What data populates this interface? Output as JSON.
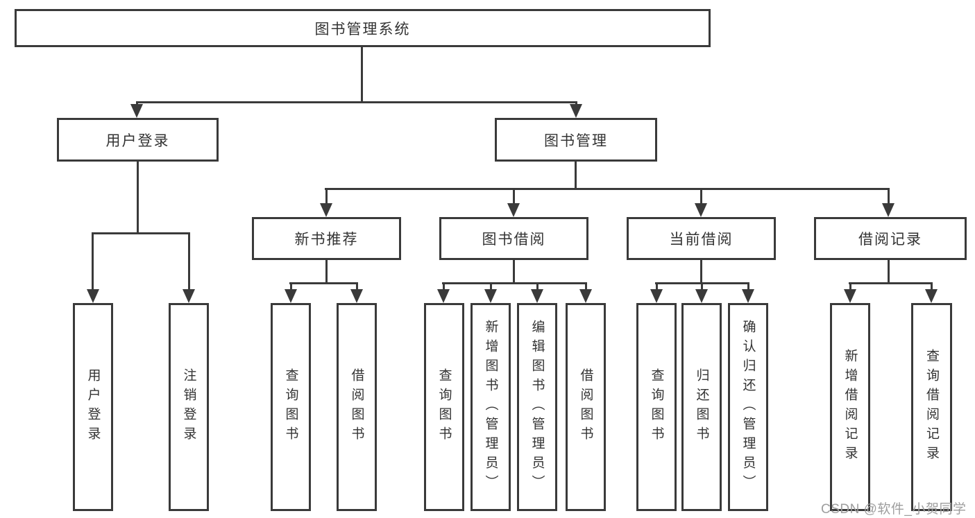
{
  "tree": {
    "label": "图书管理系统",
    "children": [
      {
        "label": "用户登录",
        "children": [
          {
            "label": "用户登录"
          },
          {
            "label": "注销登录"
          }
        ]
      },
      {
        "label": "图书管理",
        "children": [
          {
            "label": "新书推荐",
            "children": [
              {
                "label": "查询图书"
              },
              {
                "label": "借阅图书"
              }
            ]
          },
          {
            "label": "图书借阅",
            "children": [
              {
                "label": "查询图书"
              },
              {
                "label": "新增图书（管理员）"
              },
              {
                "label": "编辑图书（管理员）"
              },
              {
                "label": "借阅图书"
              }
            ]
          },
          {
            "label": "当前借阅",
            "children": [
              {
                "label": "查询图书"
              },
              {
                "label": "归还图书"
              },
              {
                "label": "确认归还（管理员）"
              }
            ]
          },
          {
            "label": "借阅记录",
            "children": [
              {
                "label": "新增借阅记录"
              },
              {
                "label": "查询借阅记录"
              }
            ]
          }
        ]
      }
    ]
  },
  "watermark": {
    "text": "CSDN @软件_小贺同学"
  },
  "colors": {
    "line": "#3a3a3a",
    "text": "#333333",
    "watermark": "#9e9e9e",
    "background": "#ffffff"
  }
}
